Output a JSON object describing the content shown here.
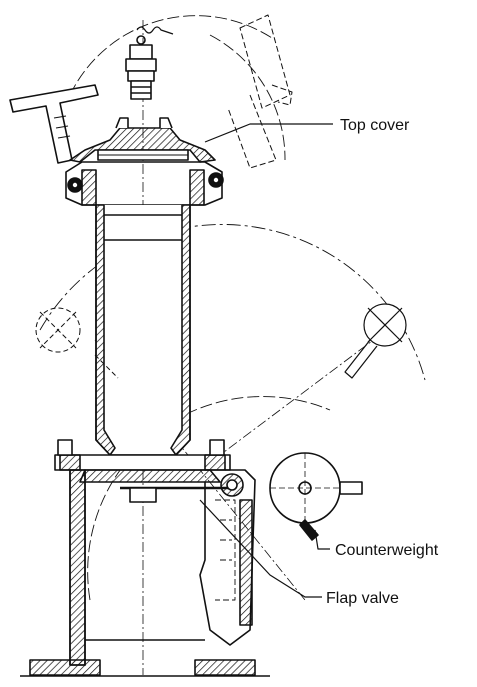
{
  "labels": {
    "top_cover": "Top cover",
    "counterweight": "Counterweight",
    "flap_valve": "Flap valve"
  }
}
